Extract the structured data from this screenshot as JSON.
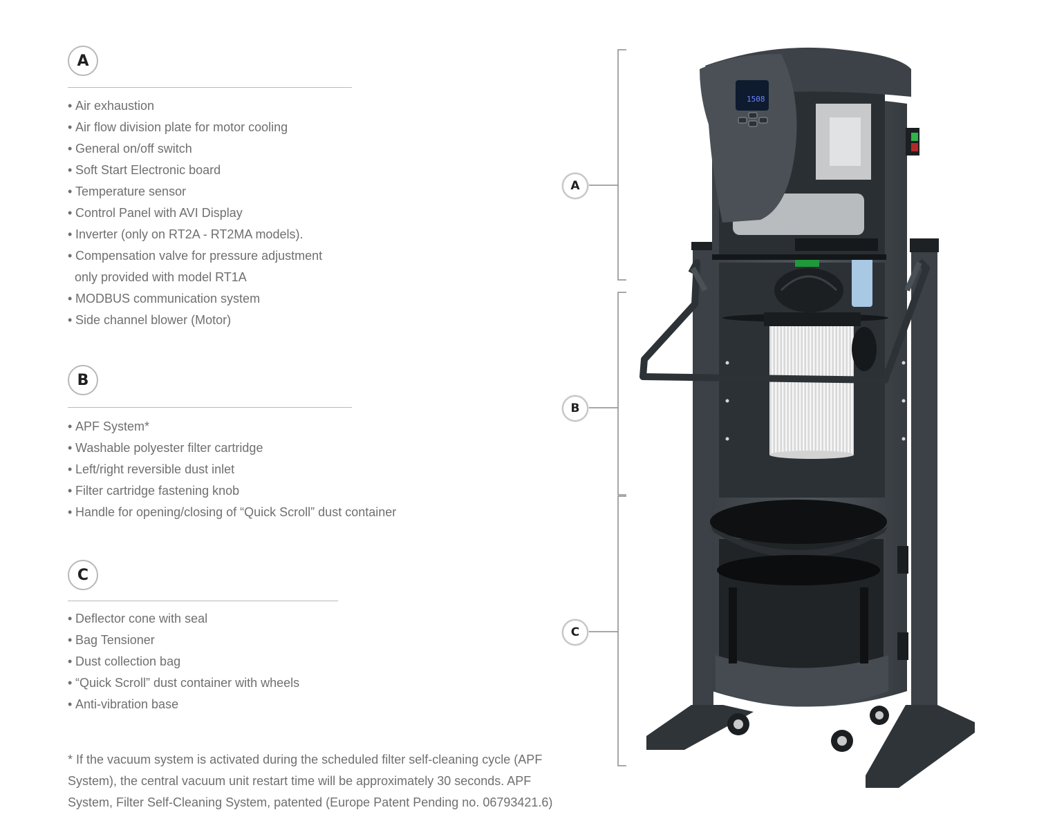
{
  "sections": {
    "a": {
      "letter": "A",
      "items": [
        "Air exhaustion",
        "Air flow division plate for motor cooling",
        "General on/off switch",
        "Soft Start Electronic board",
        "Temperature sensor",
        "Control Panel with AVI Display",
        "Inverter (only on RT2A - RT2MA models).",
        "Compensation valve for pressure adjustment",
        "only provided with model RT1A",
        "MODBUS communication system",
        "Side channel blower (Motor)"
      ]
    },
    "b": {
      "letter": "B",
      "items": [
        "APF System*",
        "Washable polyester filter cartridge",
        "Left/right reversible dust inlet",
        "Filter cartridge fastening knob",
        "Handle for opening/closing of “Quick Scroll” dust container"
      ]
    },
    "c": {
      "letter": "C",
      "items": [
        "Deflector cone with seal",
        "Bag Tensioner",
        "Dust collection bag",
        "“Quick Scroll” dust container with wheels",
        "Anti-vibration base"
      ]
    }
  },
  "footnote": "* If the vacuum system is activated during the scheduled filter self-cleaning cycle (APF System), the central vacuum unit restart time will be approximately 30 seconds. APF System, Filter Self-Cleaning System, patented (Europe Patent Pending no. 06793421.6)",
  "diagram": {
    "callouts": [
      "A",
      "B",
      "C"
    ],
    "display_readout": "1508"
  },
  "colors": {
    "text": "#6f6f6f",
    "rule": "#b9b9b9",
    "machine_body": "#454b50",
    "machine_dark": "#2f3438",
    "display": "#3a5bff"
  }
}
